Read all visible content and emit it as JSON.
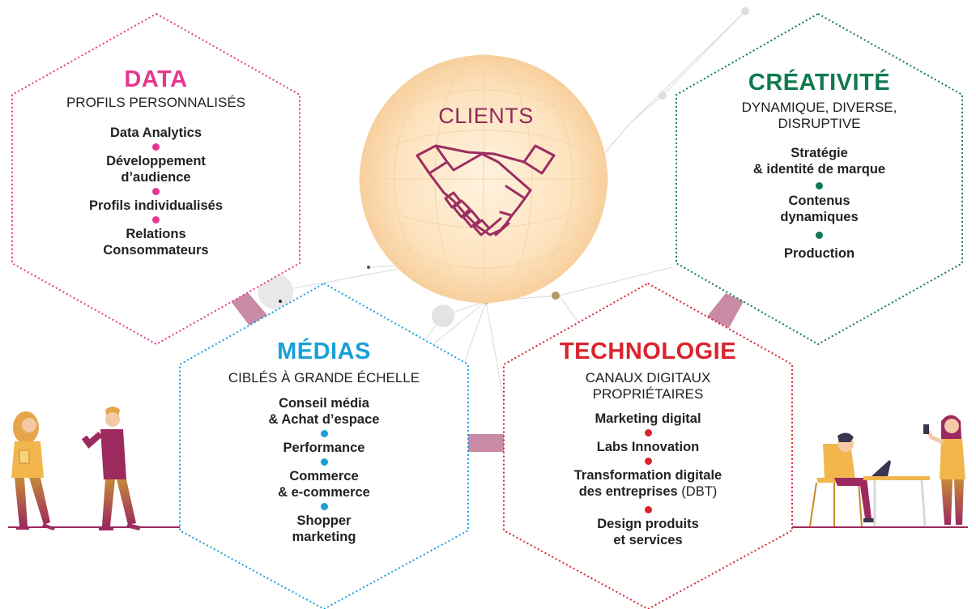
{
  "colors": {
    "data": "#e5388e",
    "creativite": "#0f7a4f",
    "medias": "#1a9fd8",
    "technologie": "#d9232d",
    "connector": "#c98aa6",
    "clients": "#8f2a5a"
  },
  "center": {
    "title": "CLIENTS",
    "icon": "handshake-icon"
  },
  "hexagons": {
    "data": {
      "title": "DATA",
      "subtitle": [
        "PROFILS PERSONNALISÉS"
      ],
      "items": [
        [
          "Data Analytics"
        ],
        [
          "Développement",
          "d’audience"
        ],
        [
          "Profils individualisés"
        ],
        [
          "Relations",
          "Consommateurs"
        ]
      ]
    },
    "creativite": {
      "title": "CRÉATIVITÉ",
      "subtitle": [
        "DYNAMIQUE, DIVERSE,",
        "DISRUPTIVE"
      ],
      "items": [
        [
          "Stratégie",
          "& identité de marque"
        ],
        [
          "Contenus",
          "dynamiques"
        ],
        [
          "Production"
        ]
      ]
    },
    "medias": {
      "title": "MÉDIAS",
      "subtitle": [
        "CIBLÉS À GRANDE ÉCHELLE"
      ],
      "items": [
        [
          "Conseil média",
          "& Achat d’espace"
        ],
        [
          "Performance"
        ],
        [
          "Commerce",
          "& e-commerce"
        ],
        [
          "Shopper",
          "marketing"
        ]
      ]
    },
    "technologie": {
      "title": "TECHNOLOGIE",
      "subtitle": [
        "CANAUX DIGITAUX",
        "PROPRIÉTAIRES"
      ],
      "items": [
        [
          "Marketing digital"
        ],
        [
          "Labs Innovation"
        ],
        [
          "Transformation digitale",
          "des entreprises"
        ],
        [
          "Design produits",
          "et services"
        ]
      ],
      "suffix": "(DBT)"
    }
  },
  "illustrations": {
    "left": [
      "woman-standing-icon",
      "man-walking-icon"
    ],
    "right": [
      "person-at-laptop-icon",
      "woman-with-phone-icon"
    ]
  }
}
